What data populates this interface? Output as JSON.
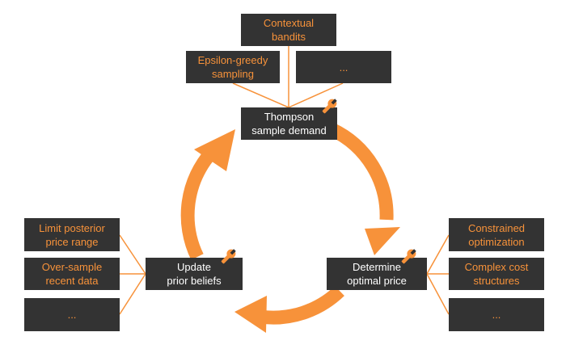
{
  "colors": {
    "accent": "#f7923a",
    "box_fill": "#333333",
    "stage_text": "#ffffff",
    "method_text": "#f7923a"
  },
  "stages": {
    "thompson": "Thompson\nsample demand",
    "optimal": "Determine\noptimal price",
    "update": "Update\nprior beliefs"
  },
  "top_methods": {
    "contextual": "Contextual\nbandits",
    "epsilon": "Epsilon-greedy\nsampling",
    "ellipsis": "..."
  },
  "left_methods": {
    "limit": "Limit posterior\nprice range",
    "oversample": "Over-sample\nrecent data",
    "ellipsis": "..."
  },
  "right_methods": {
    "constrained": "Constrained\noptimization",
    "complex": "Complex cost\nstructures",
    "ellipsis": "..."
  },
  "icons": {
    "stage_tool": "wrench-icon"
  }
}
